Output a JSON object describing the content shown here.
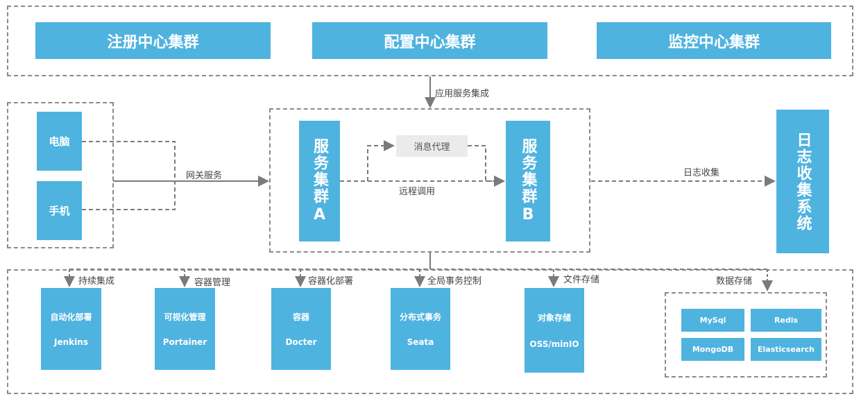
{
  "top_clusters": [
    {
      "label": "注册中心集群"
    },
    {
      "label": "配置中心集群"
    },
    {
      "label": "监控中心集群"
    }
  ],
  "app_integration_label": "应用服务集成",
  "clients": [
    {
      "label": "电脑"
    },
    {
      "label": "手机"
    }
  ],
  "gateway_label": "网关服务",
  "cluster_a": {
    "chars": "服务集群",
    "suffix": "A"
  },
  "cluster_b": {
    "chars": "服务集群",
    "suffix": "B"
  },
  "message_proxy_label": "消息代理",
  "remote_call_label": "远程调用",
  "log_collect_label": "日志收集",
  "log_system": {
    "chars": "日志收集系统"
  },
  "bottom_labels": {
    "ci": "持续集成",
    "container_mgmt": "容器管理",
    "container_deploy": "容器化部署",
    "global_tx": "全局事务控制",
    "file_storage": "文件存储",
    "data_storage": "数据存储"
  },
  "services": [
    {
      "title": "自动化部署",
      "name": "Jenkins"
    },
    {
      "title": "可视化管理",
      "name": "Portainer"
    },
    {
      "title": "容器",
      "name": "Docter"
    },
    {
      "title": "分布式事务",
      "name": "Seata"
    },
    {
      "title": "对象存储",
      "name": "OSS/minIO"
    }
  ],
  "databases": [
    {
      "label": "MySql"
    },
    {
      "label": "Redis"
    },
    {
      "label": "MongoDB"
    },
    {
      "label": "Elasticsearch"
    }
  ],
  "colors": {
    "box_blue": "#4fb3e0",
    "dash_gray": "#8a8a8a",
    "arrow_gray": "#7a7a7a"
  }
}
